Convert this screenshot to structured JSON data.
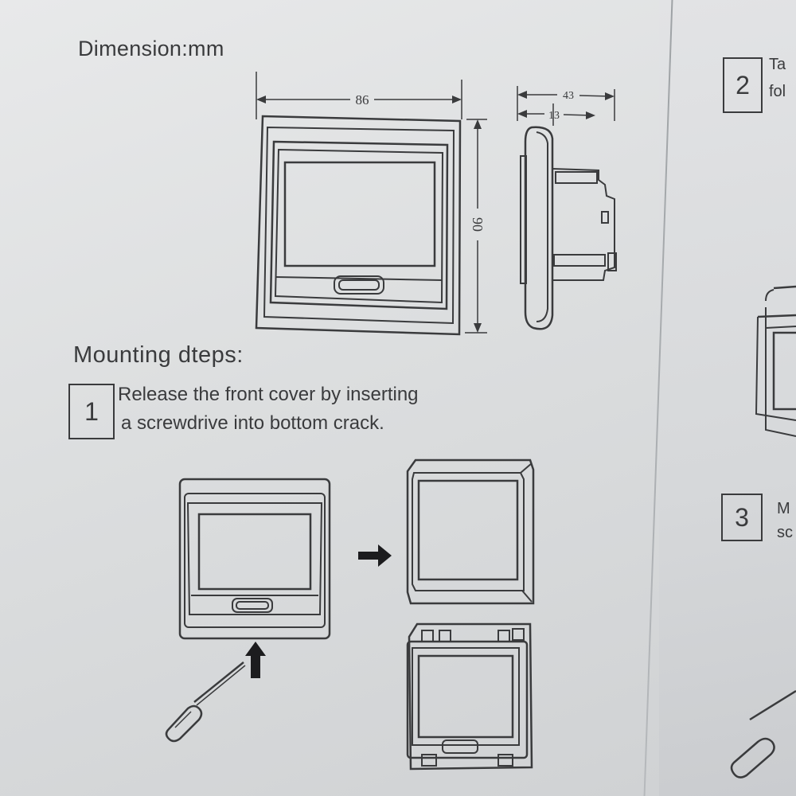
{
  "dimension_heading": "Dimension:mm",
  "dimensions": {
    "width": "86",
    "height": "90",
    "depth_total": "43",
    "depth_base": "13"
  },
  "mounting_heading": "Mounting dteps:",
  "steps": [
    {
      "number": "1",
      "line1": "Release the front cover by inserting",
      "line2": "a screwdrive into bottom crack."
    },
    {
      "number": "2",
      "line1": "Ta",
      "line2": "fol"
    },
    {
      "number": "3",
      "line1": "M",
      "line2": "sc"
    }
  ],
  "icons": [
    "arrow-right-icon",
    "arrow-up-icon",
    "screwdriver-icon"
  ]
}
